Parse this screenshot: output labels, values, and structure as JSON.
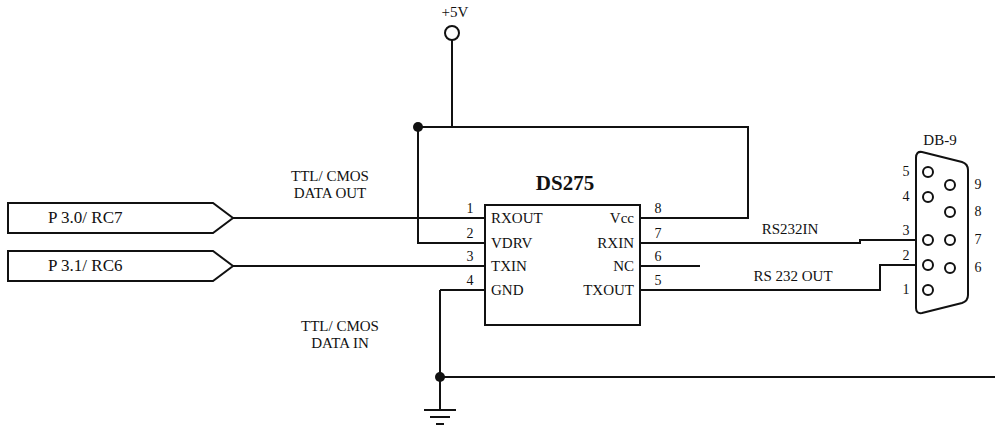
{
  "diagram": {
    "nodes": [
      {
        "text": [
          "P 3.0/ RC7"
        ]
      },
      {
        "text": [
          "P 3.1/ RC6"
        ]
      },
      {
        "text": [
          "DS275",
          "1",
          "RXOUT",
          "2",
          "VDRV",
          "3",
          "TXIN",
          "4",
          "GND",
          "8",
          "Vcc",
          "7",
          "RXIN",
          "6",
          "NC",
          "5",
          "TXOUT"
        ]
      },
      {
        "text": [
          "DB-9",
          "5",
          "4",
          "3",
          "2",
          "1",
          "9",
          "8",
          "7",
          "6"
        ]
      }
    ],
    "edges": [
      {
        "from": 0,
        "to": 2,
        "arrow": "none",
        "label": "TTL/ CMOS DATA OUT"
      },
      {
        "from": 1,
        "to": 2,
        "arrow": "none",
        "label": "TTL/ CMOS DATA IN"
      },
      {
        "from": 2,
        "to": 3,
        "arrow": "none",
        "label": "RS232IN"
      },
      {
        "from": 2,
        "to": 3,
        "arrow": "none",
        "label": "RS 232 OUT"
      }
    ],
    "labels": [
      "+5V"
    ]
  }
}
